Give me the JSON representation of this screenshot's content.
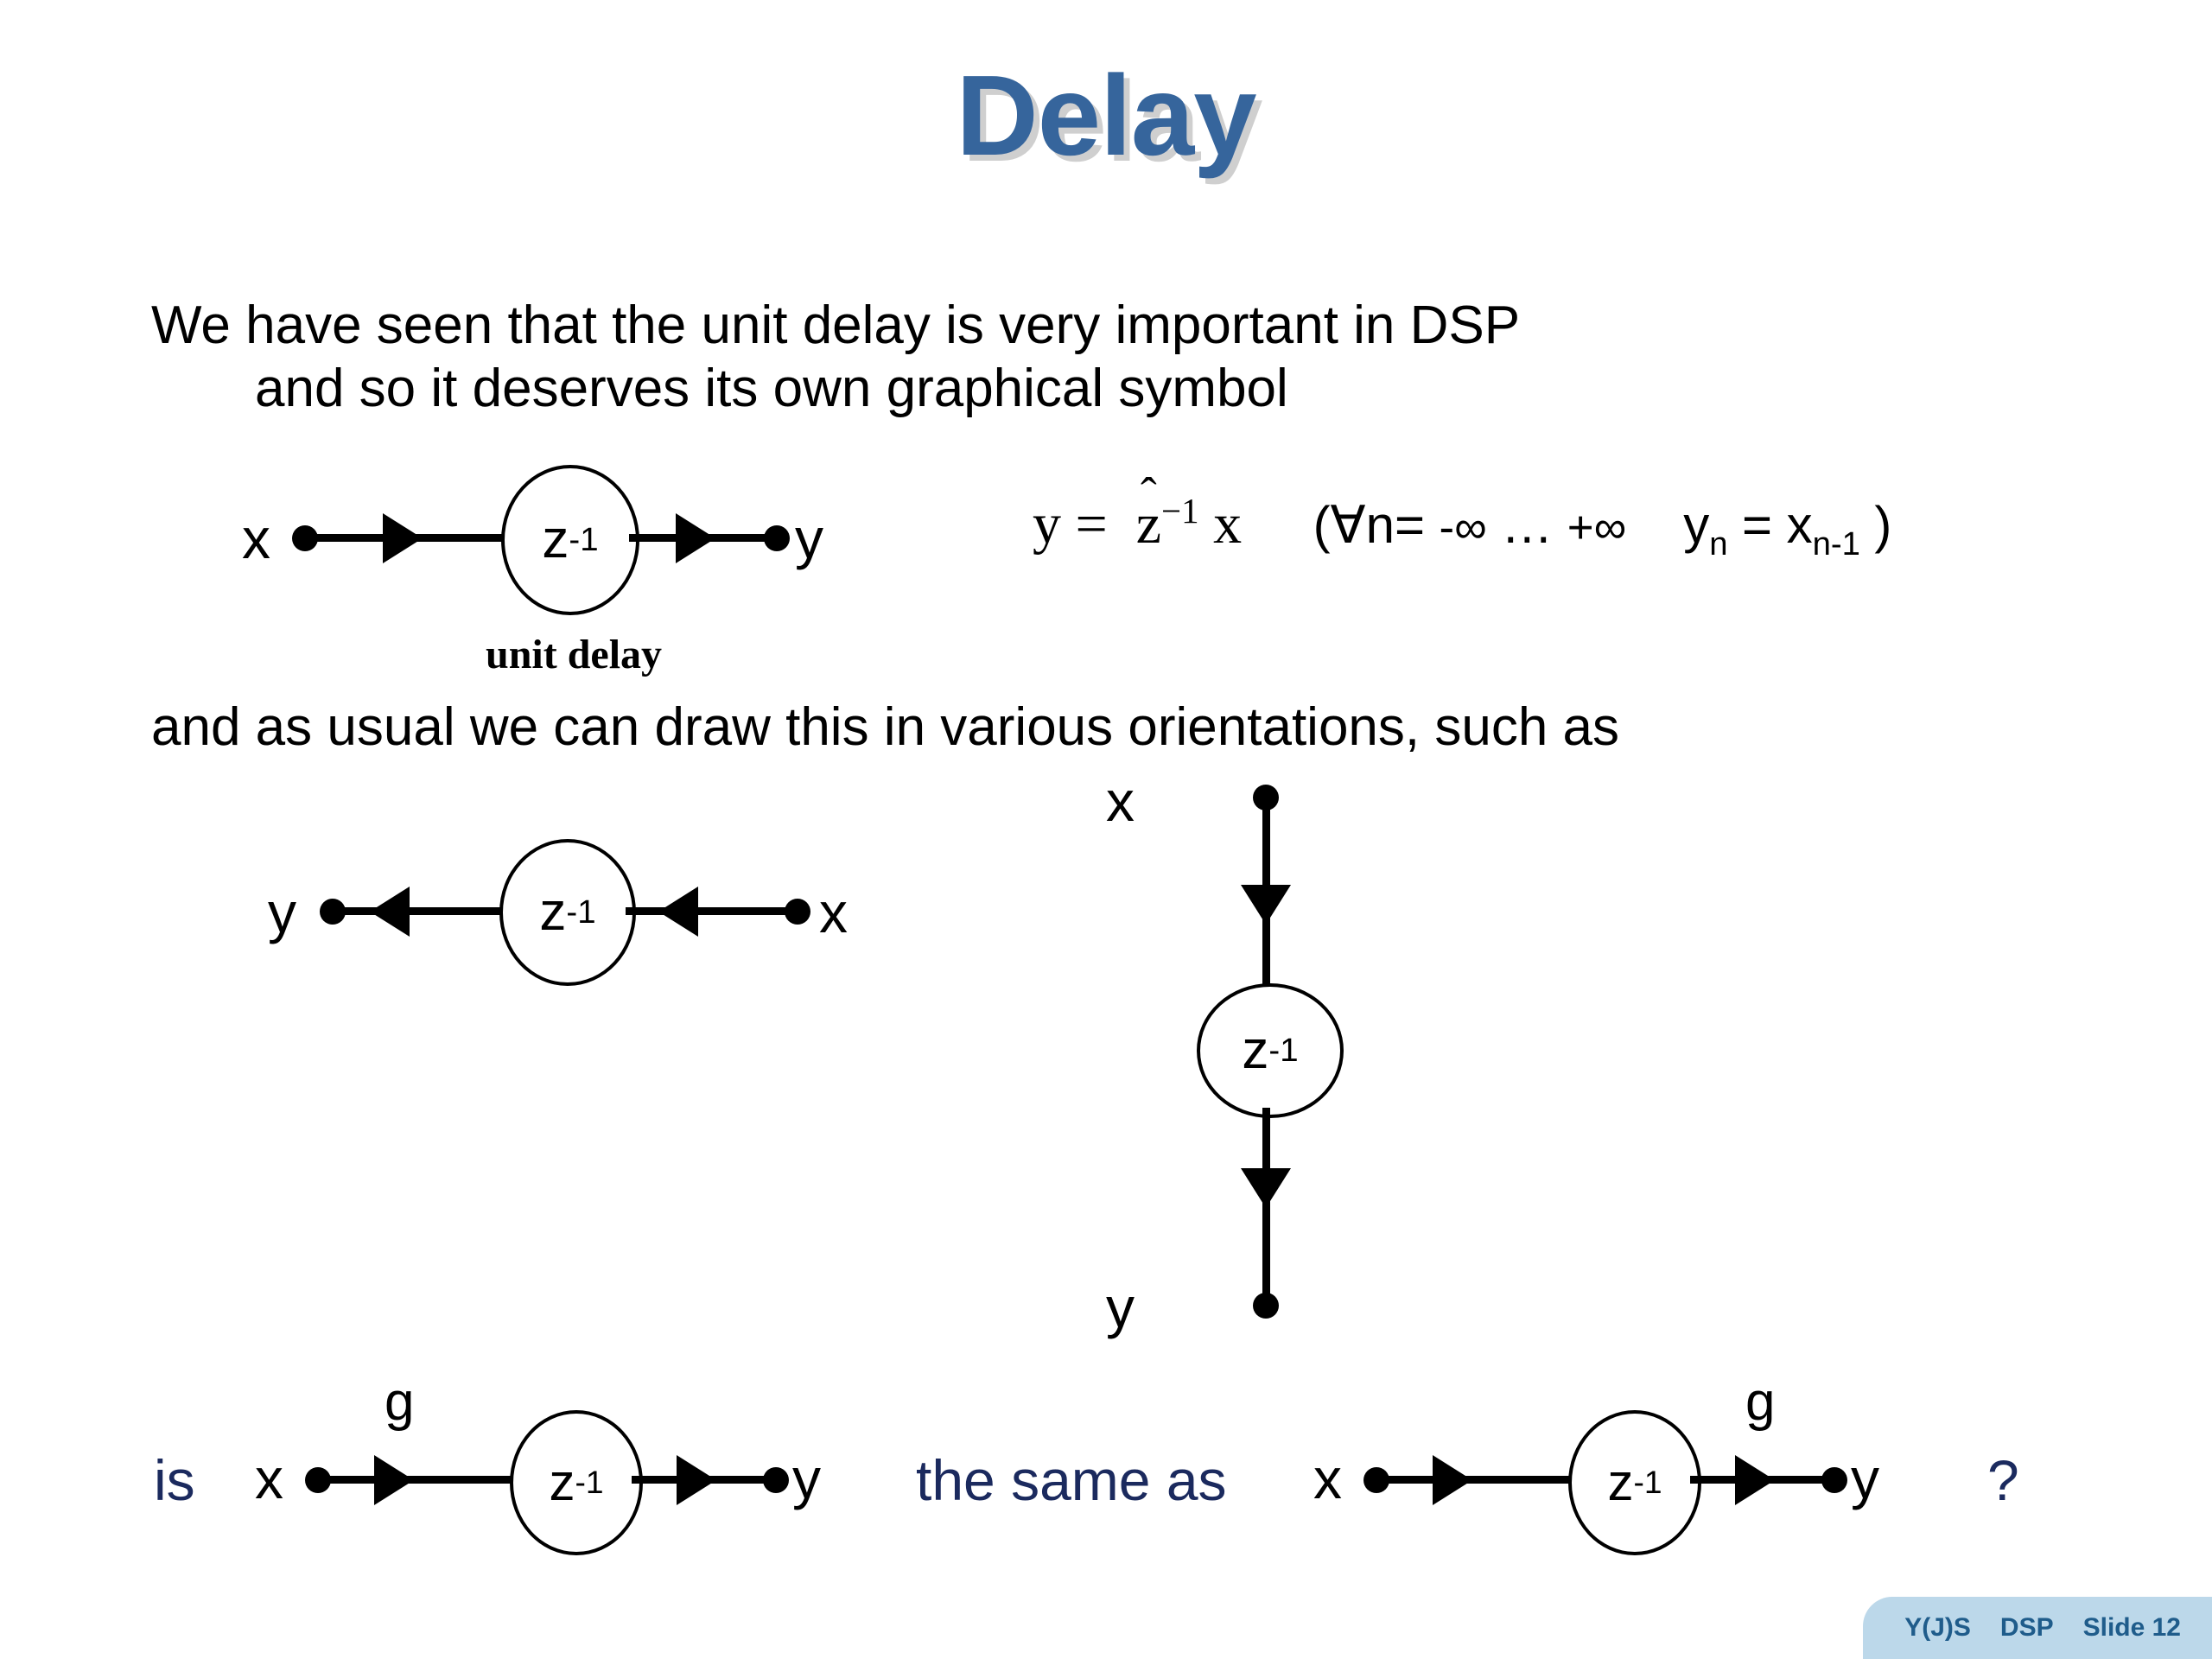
{
  "slide": {
    "title": "Delay",
    "paragraphs": [
      {
        "line1": "We have seen that the unit delay is very important in DSP",
        "line2": "and so it deserves its own graphical symbol"
      },
      {
        "line1": "and as usual we can draw this in various orientations, such as"
      }
    ],
    "equation": {
      "lhs_y": "y",
      "equals": "=",
      "z_base": "z",
      "z_hat": "ˆ",
      "z_exp": "−1",
      "rhs_x": "x",
      "paren_open": "(",
      "forall": "∀",
      "n_var": "n",
      "range_equals": "=",
      "neg_inf": "-∞",
      "ellipsis": "…",
      "pos_inf": "+∞",
      "out_y": "y",
      "out_y_sub": "n",
      "rel_equals": "=",
      "in_x": "x",
      "in_x_sub": "n-1",
      "paren_close": ")"
    },
    "diagrams": {
      "horizontal": {
        "input_label": "x",
        "block_base": "z",
        "block_exp": "-1",
        "output_label": "y",
        "caption": "unit delay"
      },
      "reversed": {
        "output_label": "y",
        "block_base": "z",
        "block_exp": "-1",
        "input_label": "x"
      },
      "vertical": {
        "input_label": "x",
        "block_base": "z",
        "block_exp": "-1",
        "output_label": "y"
      },
      "question_left": {
        "input_label": "x",
        "gain_label": "g",
        "block_base": "z",
        "block_exp": "-1",
        "output_label": "y"
      },
      "question_right": {
        "input_label": "x",
        "gain_label": "g",
        "block_base": "z",
        "block_exp": "-1",
        "output_label": "y"
      }
    },
    "question_row": {
      "prefix": "is",
      "middle": "the same as",
      "suffix": "?"
    },
    "footer": {
      "author": "Y(J)S",
      "course": "DSP",
      "slide_number": "Slide 12"
    },
    "colors": {
      "title_blue": "#36659c",
      "title_shadow": "#cfcfcf",
      "accent_navy": "#1b2a5e",
      "footer_bg": "#bcd8ea",
      "footer_text": "#1f5c8b",
      "ink": "#000000"
    }
  }
}
